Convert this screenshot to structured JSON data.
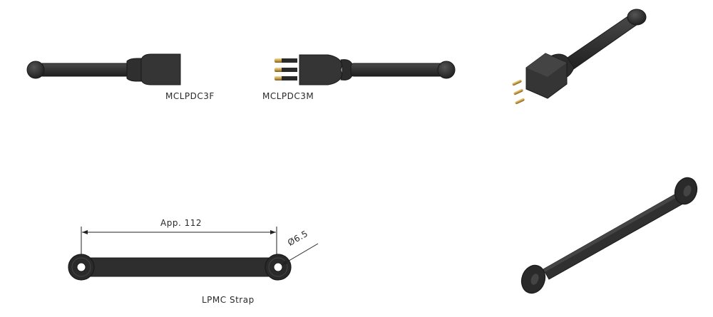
{
  "drawing": {
    "parts": [
      {
        "id": "female-connector",
        "label": "MCLPDC3F"
      },
      {
        "id": "male-connector",
        "label": "MCLPDC3M"
      },
      {
        "id": "male-connector-iso",
        "label": ""
      },
      {
        "id": "strap",
        "label": "LPMC Strap"
      },
      {
        "id": "strap-iso",
        "label": ""
      }
    ],
    "dimensions": {
      "length": "App. 112",
      "hole_diameter": "Ø6.5"
    }
  },
  "colors": {
    "body": "#333333",
    "body_dark": "#1e1e1e",
    "pin": "#c9a24a",
    "line": "#222222"
  }
}
